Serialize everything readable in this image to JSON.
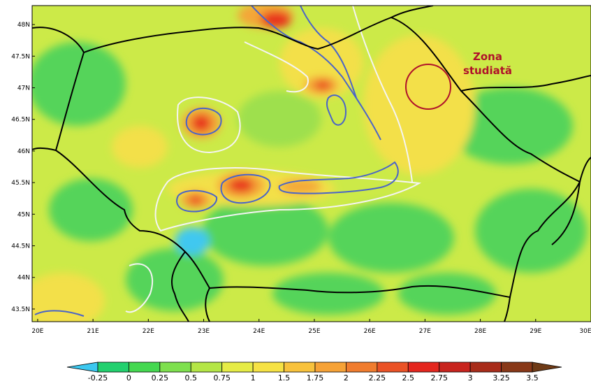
{
  "annotation": {
    "line1": "Zona",
    "line2": "studiată"
  },
  "axes": {
    "x_ticks": [
      "20E",
      "21E",
      "22E",
      "23E",
      "24E",
      "25E",
      "26E",
      "27E",
      "28E",
      "29E",
      "30E"
    ],
    "y_ticks": [
      "48N",
      "47.5N",
      "47N",
      "46.5N",
      "46N",
      "45.5N",
      "45N",
      "44.5N",
      "44N",
      "43.5N"
    ],
    "x_range": [
      19.9,
      30.0
    ],
    "y_range": [
      43.3,
      48.3
    ]
  },
  "colorbar": {
    "labels": [
      "-0.25",
      "0",
      "0.25",
      "0.5",
      "0.75",
      "1",
      "1.5",
      "1.75",
      "2",
      "2.25",
      "2.5",
      "2.75",
      "3",
      "3.25",
      "3.5"
    ],
    "colors": [
      "#3cc8f0",
      "#22d06e",
      "#44d850",
      "#7ee04e",
      "#b4e646",
      "#e6ec46",
      "#f6e244",
      "#f8c23c",
      "#f6a236",
      "#f07c2e",
      "#ea5226",
      "#e4261e",
      "#c8241e",
      "#a82c1a",
      "#883818",
      "#6e3a16"
    ]
  },
  "map_colors": {
    "base": "#ccea48",
    "green": "#54d45a",
    "lightgreen": "#9ee04e",
    "yellow": "#f3e048",
    "orange": "#f4a638",
    "red": "#e8301e",
    "cyan": "#40c8f0",
    "border": "#000000",
    "contour_blue": "#4a64c8",
    "contour_white": "#f4f4f4",
    "circle": "#b0122a"
  }
}
